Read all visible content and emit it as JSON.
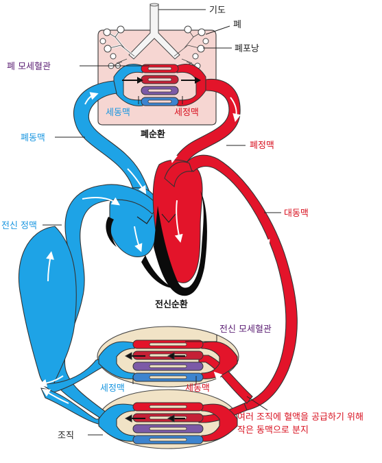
{
  "labels": {
    "trachea": "기도",
    "lung": "폐",
    "alveoli": "폐포낭",
    "pulmonary_capillaries": "폐 모세혈관",
    "venule_top": "세동맥",
    "arteriole_top": "세정맥",
    "pulmonary_circulation": "폐순환",
    "pulmonary_artery": "폐동맥",
    "pulmonary_vein": "폐정맥",
    "aorta": "대동맥",
    "systemic_vein": "전신 정맥",
    "systemic_circulation": "전신순환",
    "systemic_capillaries": "전신 모세혈관",
    "venule_bottom": "세정맥",
    "arteriole_bottom": "세동맥",
    "branch_note_line1": "여러 조직에 혈액을 공급하기  위해",
    "branch_note_line2": "작은 동맥으로 분지",
    "tissue": "조직"
  },
  "colors": {
    "oxygenated": "#e3142a",
    "deoxygenated": "#1ea3e6",
    "lung_fill": "#f6d6d2",
    "tissue_fill": "#f1e3c6",
    "heart_dark": "#0b0b0b"
  }
}
